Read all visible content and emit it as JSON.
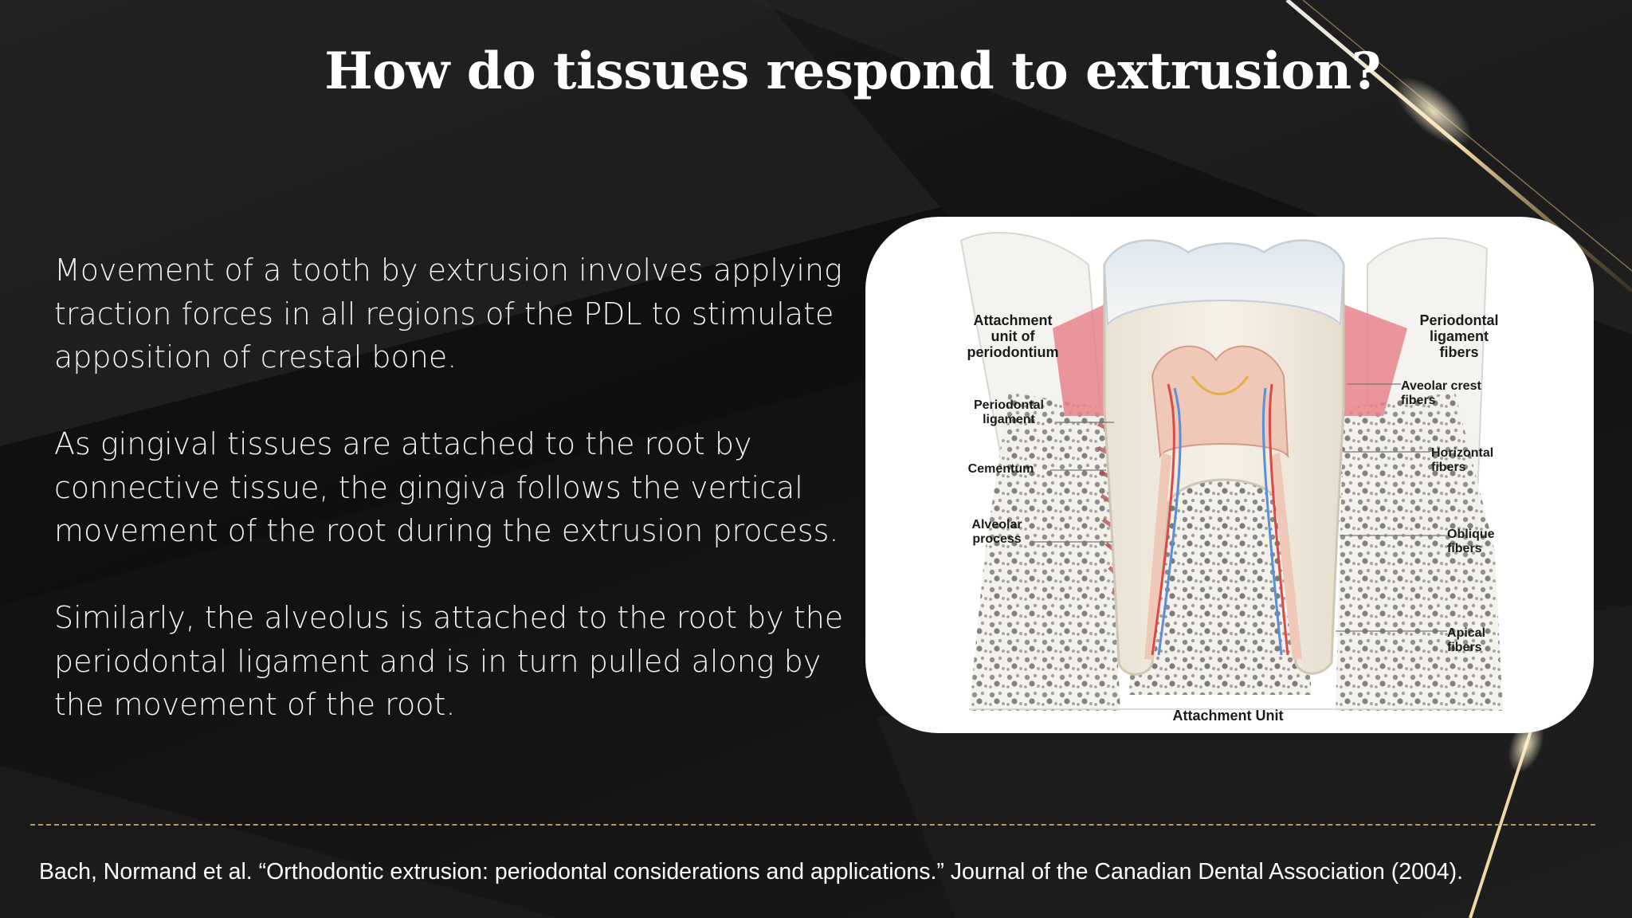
{
  "slide": {
    "title": "How do tissues respond to extrusion?",
    "paragraphs": [
      "Movement of a tooth by extrusion involves applying traction forces in all regions of the PDL to stimulate apposition of crestal bone.",
      "As gingival tissues are attached to the root by connective tissue, the gingiva follows the vertical movement of the root during the extrusion process.",
      "Similarly, the alveolus is attached to the root by the periodontal ligament and is in turn pulled along by the movement of the root."
    ],
    "citation": "Bach, Normand et al. “Orthodontic extrusion: periodontal considerations and applications.” Journal of the Canadian Dental Association (2004)."
  },
  "figure": {
    "left_heading": "Attachment\nunit of\nperiodontium",
    "right_heading": "Periodontal\nligament\nfibers",
    "left_labels": [
      "Periodontal\nligament",
      "Cementum",
      "Alveolar\nprocess"
    ],
    "right_labels": [
      "Aveolar crest\nfibers",
      "Horizontal\nfibers",
      "Oblique\nfibers",
      "Apical\nfibers"
    ],
    "bottom_label": "Attachment Unit"
  },
  "colors": {
    "background": "#141414",
    "gold_accent": "#c9a86a",
    "text": "#ffffff",
    "gingiva": "#e8848c",
    "pulp": "#f0c8b8"
  }
}
